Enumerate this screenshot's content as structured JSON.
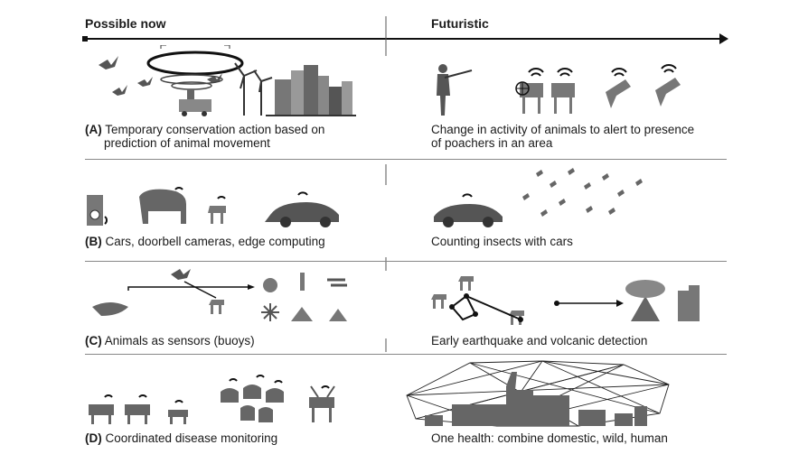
{
  "header": {
    "left": "Possible now",
    "right": "Futuristic"
  },
  "rows": [
    {
      "tag": "(A)",
      "left_lines": [
        "Temporary conservation action based on",
        "prediction of animal movement"
      ],
      "right_lines": [
        "Change in activity of animals to alert to presence",
        "of poachers in an area"
      ]
    },
    {
      "tag": "(B)",
      "left_lines": [
        "Cars, doorbell cameras, edge computing"
      ],
      "right_lines": [
        "Counting insects with cars"
      ]
    },
    {
      "tag": "(C)",
      "left_lines": [
        "Animals as sensors (buoys)"
      ],
      "right_lines": [
        "Early earthquake and volcanic detection"
      ]
    },
    {
      "tag": "(D)",
      "left_lines": [
        "Coordinated disease monitoring"
      ],
      "right_lines": [
        "One health: combine domestic, wild, human"
      ]
    }
  ]
}
